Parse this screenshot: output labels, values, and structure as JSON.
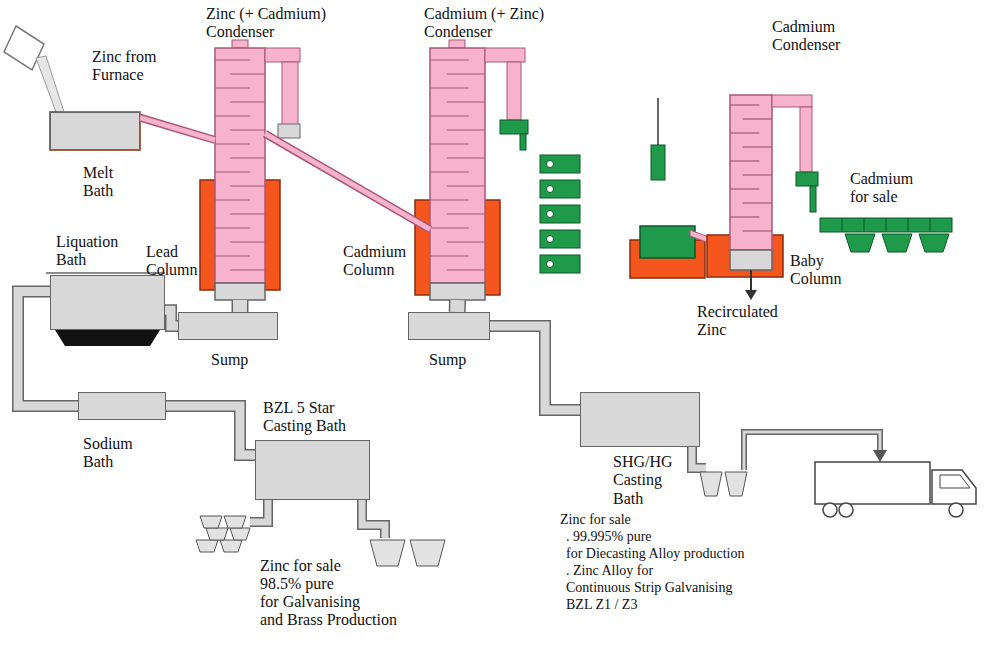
{
  "diagram": {
    "nodes": [
      {
        "text": [
          "Melt Bath"
        ]
      },
      {
        "text": [
          "Zinc (+ Cadmium) Condenser",
          "Lead Column"
        ]
      },
      {
        "text": [
          "Cadmium (+ Zinc) Condenser",
          "Cadmium Column"
        ]
      },
      {
        "text": [
          "Cadmium Condenser",
          "Baby Column"
        ]
      },
      {
        "text": [
          "Liquation Bath"
        ]
      },
      {
        "text": [
          "Sump"
        ]
      },
      {
        "text": [
          "Sump"
        ]
      },
      {
        "text": [
          "Sodium Bath"
        ]
      },
      {
        "text": [
          "BZL 5 Star Casting Bath"
        ]
      },
      {
        "text": [
          "SHG/HG Casting Bath"
        ]
      }
    ],
    "edges": [
      {
        "from": 0,
        "to": 1,
        "arrow": "none"
      },
      {
        "from": 1,
        "to": 2,
        "arrow": "none"
      },
      {
        "from": 1,
        "to": 5,
        "arrow": "none"
      },
      {
        "from": 5,
        "to": 4,
        "arrow": "none"
      },
      {
        "from": 4,
        "to": 7,
        "arrow": "none"
      },
      {
        "from": 7,
        "to": 8,
        "arrow": "none"
      },
      {
        "from": 2,
        "to": 6,
        "arrow": "none"
      },
      {
        "from": 6,
        "to": 9,
        "arrow": "none"
      }
    ],
    "labels": [
      "Zinc from Furnace",
      "Cadmium for sale",
      "Recirculated Zinc",
      "Zinc for sale",
      "98.5% pure",
      "for Galvanising",
      "and Brass Production",
      "Zinc for sale",
      ". 99.995% pure",
      "for Diecasting Alloy production",
      ". Zinc Alloy for",
      "Continuous Strip Galvanising",
      "BZL Z1 / Z3"
    ]
  }
}
